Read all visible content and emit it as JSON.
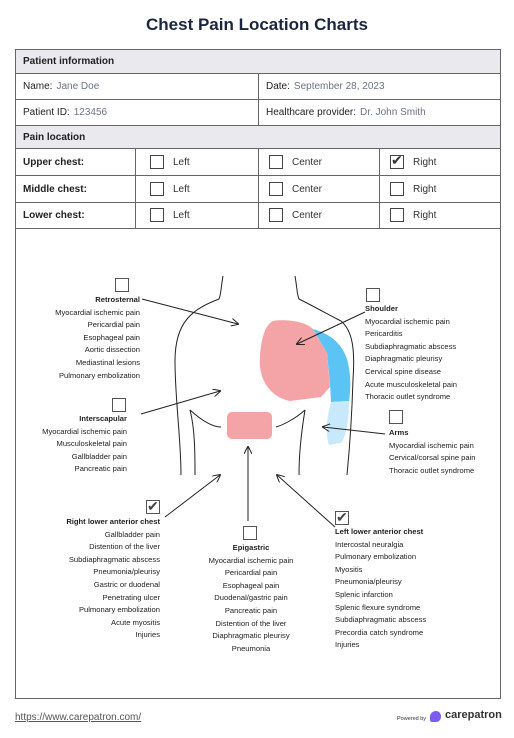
{
  "title": "Chest Pain Location Charts",
  "patient": {
    "section_label": "Patient information",
    "name_label": "Name:",
    "name_value": "Jane Doe",
    "date_label": "Date:",
    "date_value": "September 28, 2023",
    "id_label": "Patient ID:",
    "id_value": "123456",
    "provider_label": "Healthcare provider:",
    "provider_value": "Dr. John Smith"
  },
  "pain_location": {
    "section_label": "Pain location",
    "rows": [
      {
        "label": "Upper chest:",
        "left": "Left",
        "center": "Center",
        "right": "Right",
        "checked": "right"
      },
      {
        "label": "Middle chest:",
        "left": "Left",
        "center": "Center",
        "right": "Right",
        "checked": ""
      },
      {
        "label": "Lower chest:",
        "left": "Left",
        "center": "Center",
        "right": "Right",
        "checked": ""
      }
    ]
  },
  "diagram": {
    "retrosternal": {
      "title": "Retrosternal",
      "checked": false,
      "items": [
        "Myocardial ischemic pain",
        "Pericardial pain",
        "Esophageal pain",
        "Aortic dissection",
        "Mediastinal lesions",
        "Pulmonary embolization"
      ]
    },
    "interscapular": {
      "title": "Interscapular",
      "checked": false,
      "items": [
        "Myocardial ischemic pain",
        "Musculoskeletal pain",
        "Gallbladder pain",
        "Pancreatic pain"
      ]
    },
    "right_lower": {
      "title": "Right lower anterior chest",
      "checked": true,
      "items": [
        "Gallbladder pain",
        "Distention of the liver",
        "Subdiaphragmatic abscess",
        "Pneumonia/pleurisy",
        "Gastric or duodenal",
        "Penetrating ulcer",
        "Pulmonary embolization",
        "Acute myositis",
        "Injuries"
      ]
    },
    "epigastric": {
      "title": "Epigastric",
      "checked": false,
      "items": [
        "Myocardial ischemic pain",
        "Pericardial pain",
        "Esophageal pain",
        "Duodenal/gastric pain",
        "Pancreatic pain",
        "Distention of the liver",
        "Diaphragmatic pleurisy",
        "Pneumonia"
      ]
    },
    "left_lower": {
      "title": "Left lower anterior chest",
      "checked": true,
      "items": [
        "Intercostal neuralgia",
        "Pulmonary embolization",
        "Myositis",
        "Pneumonia/pleurisy",
        "Splenic infarction",
        "Splenic flexure syndrome",
        "Subdiaphragmatic abscess",
        "Precordia catch syndrome",
        "Injuries"
      ]
    },
    "shoulder": {
      "title": "Shoulder",
      "checked": false,
      "items": [
        "Myocardial ischemic pain",
        "Pericarditis",
        "Subdiaphragmatic abscess",
        "Diaphragmatic pleurisy",
        "Cervical spine disease",
        "Acute musculoskeletal pain",
        "Thoracic outlet syndrome"
      ]
    },
    "arms": {
      "title": "Arms",
      "checked": false,
      "items": [
        "Myocardial ischemic pain",
        "Cervical/corsal spine pain",
        "Thoracic outlet syndrome"
      ]
    },
    "colors": {
      "pink": "#f4a3a6",
      "blue": "#5bc4f5",
      "light_blue": "#c7e9fb"
    }
  },
  "footer": {
    "link": "https://www.carepatron.com/",
    "powered_by": "Powered by",
    "brand": "carepatron"
  },
  "check_glyph": "✔"
}
